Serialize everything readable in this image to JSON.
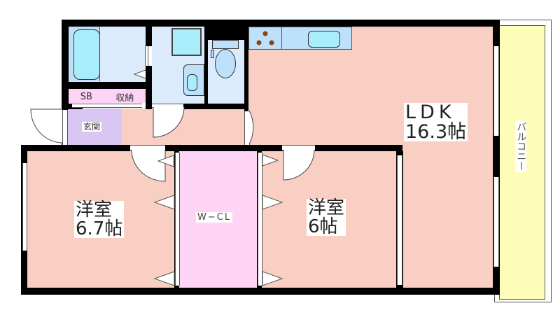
{
  "floorplan": {
    "rooms": {
      "ldk": {
        "name": "LDK",
        "area": "16.3帖"
      },
      "western_room_1": {
        "name": "洋室",
        "area": "6.7帖"
      },
      "western_room_2": {
        "name": "洋室",
        "area": "6帖"
      },
      "walk_in_closet": {
        "name": "W−CL"
      },
      "entrance": {
        "name": "玄関"
      },
      "storage": {
        "sb": "SB",
        "name": "収納"
      },
      "balcony": {
        "name": "バルコニー"
      }
    },
    "colors": {
      "room": "#f8cfc2",
      "wet_area": "#dcebfb",
      "entrance": "#d9c6f3",
      "closet": "#fdd4f5",
      "balcony": "#fdfdb9",
      "fixture": "#a9ecfa",
      "wall": "#000000"
    }
  }
}
